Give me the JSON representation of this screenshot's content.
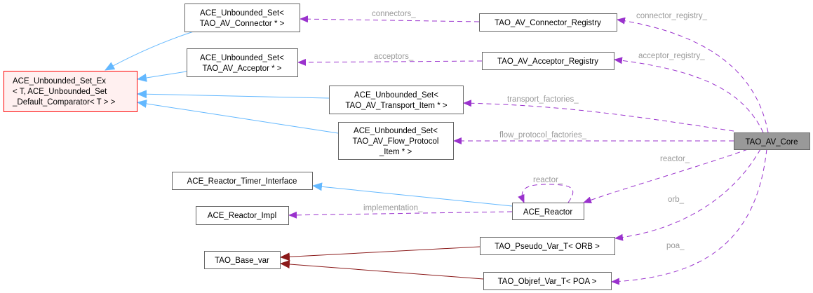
{
  "diagram": {
    "title": "TAO_AV_Core collaboration graph",
    "colors": {
      "usage_edge": "#9a32cd",
      "inheritance_edge": "#63b8ff",
      "template_edge": "#8b1a1a",
      "focus_node_fill": "#999999",
      "template_node_border": "#ff0000",
      "template_node_fill": "#fff0f0",
      "edge_label": "#9a9a9a"
    },
    "nodes": {
      "set_ex": [
        "ACE_Unbounded_Set_Ex",
        "< T, ACE_Unbounded_Set",
        "_Default_Comparator< T > >"
      ],
      "set_connector": [
        "ACE_Unbounded_Set<",
        "TAO_AV_Connector * >"
      ],
      "set_acceptor": [
        "ACE_Unbounded_Set<",
        "TAO_AV_Acceptor * >"
      ],
      "set_transport": [
        "ACE_Unbounded_Set<",
        "TAO_AV_Transport_Item * >"
      ],
      "set_flow": [
        "ACE_Unbounded_Set<",
        "TAO_AV_Flow_Protocol",
        "_Item * >"
      ],
      "connector_registry": [
        "TAO_AV_Connector_Registry"
      ],
      "acceptor_registry": [
        "TAO_AV_Acceptor_Registry"
      ],
      "core": [
        "TAO_AV_Core"
      ],
      "timer_interface": [
        "ACE_Reactor_Timer_Interface"
      ],
      "reactor_impl": [
        "ACE_Reactor_Impl"
      ],
      "reactor": [
        "ACE_Reactor"
      ],
      "base_var": [
        "TAO_Base_var"
      ],
      "pseudo_var": [
        "TAO_Pseudo_Var_T< ORB >"
      ],
      "objref_var": [
        "TAO_Objref_Var_T< POA >"
      ]
    },
    "edge_labels": {
      "connectors": "connectors_",
      "acceptors": "acceptors_",
      "connector_registry": "connector_registry_",
      "acceptor_registry": "acceptor_registry_",
      "transport_factories": "transport_factories_",
      "flow_protocol_factories": "flow_protocol_factories_",
      "reactor_core": "reactor_",
      "reactor_self": "reactor_",
      "implementation": "implementation_",
      "orb": "orb_",
      "poa": "poa_"
    }
  }
}
